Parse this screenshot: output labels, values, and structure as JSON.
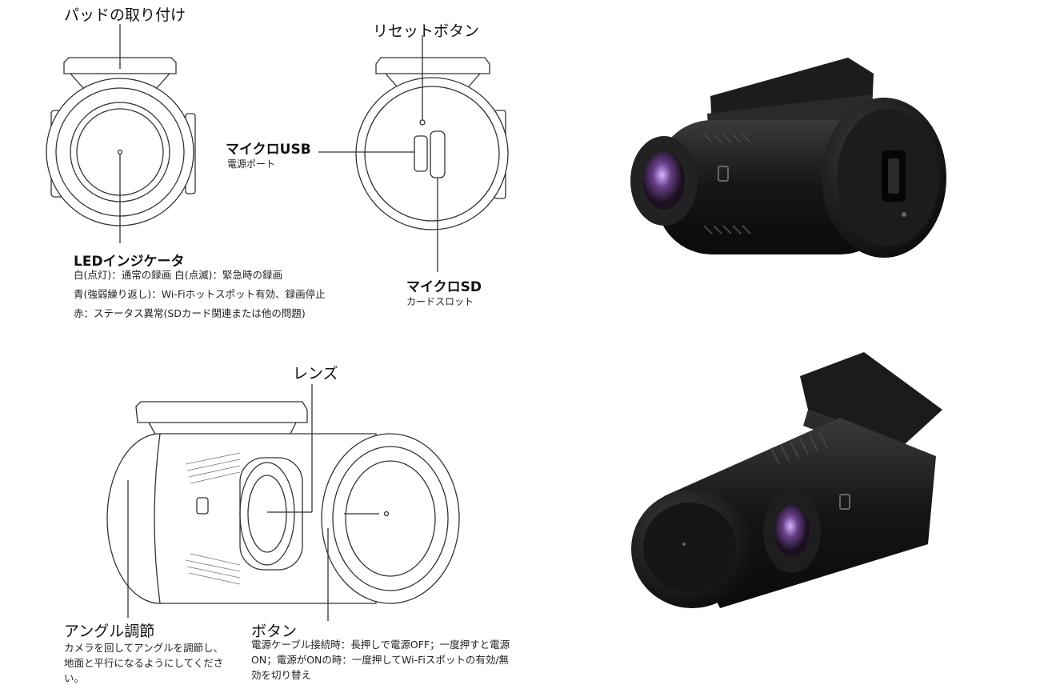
{
  "labels": {
    "pad_mount": "パッドの取り付け",
    "reset_button": "リセットボタン",
    "micro_usb_title": "マイクロUSB",
    "micro_usb_sub": "電源ポート",
    "led_title": "LEDインジケータ",
    "led_lines": [
      "白(点灯)：通常の録画 白(点滅)：緊急時の録画",
      "青(強弱繰り返し)：Wi-Fiホットスポット有効、録画停止",
      "赤：ステータス異常(SDカード関連または他の問題)"
    ],
    "micro_sd_title": "マイクロSD",
    "micro_sd_sub": "カードスロット",
    "lens": "レンズ",
    "angle_title": "アングル調節",
    "angle_desc": "カメラを回してアングルを調節し、地面と平行になるようにしてください。",
    "button_title": "ボタン",
    "button_desc": "電源ケーブル接続時：長押しで電源OFF；一度押すと電源ON；電源がONの時：一度押してWi-Fiスポットの有効/無効を切り替え"
  }
}
